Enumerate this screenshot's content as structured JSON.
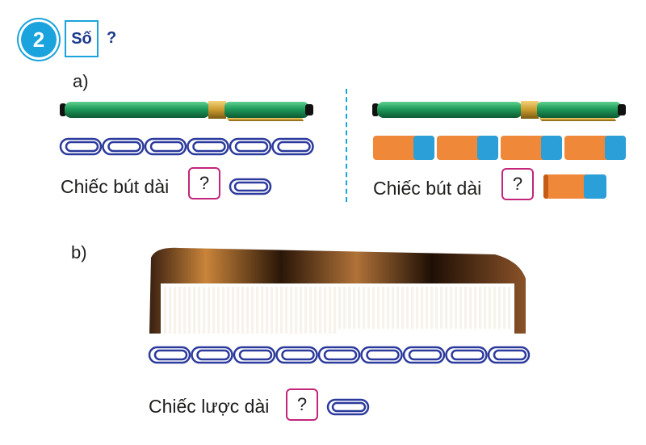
{
  "exercise": {
    "number": "2",
    "title": "Số",
    "question_mark": "?"
  },
  "part_a": {
    "label": "a)",
    "left": {
      "sentence": "Chiếc bút dài",
      "answer_placeholder": "?",
      "paperclip_count": 6
    },
    "right": {
      "sentence": "Chiếc bút dài",
      "answer_placeholder": "?",
      "eraser_count": 4
    }
  },
  "part_b": {
    "label": "b)",
    "sentence": "Chiếc lược dài",
    "answer_placeholder": "?",
    "paperclip_count": 9
  },
  "colors": {
    "accent": "#1aa3dc",
    "answer_box": "#c2257a",
    "paperclip": "#2b3a9c",
    "pen_body": "#1f9a5a",
    "pen_gold": "#c99a2e",
    "eraser_orange": "#f0883a",
    "eraser_blue": "#2a9fd8",
    "comb": "#6b3f1f"
  },
  "icons": [
    "paperclip-icon",
    "eraser-icon",
    "pen-image",
    "comb-image"
  ]
}
